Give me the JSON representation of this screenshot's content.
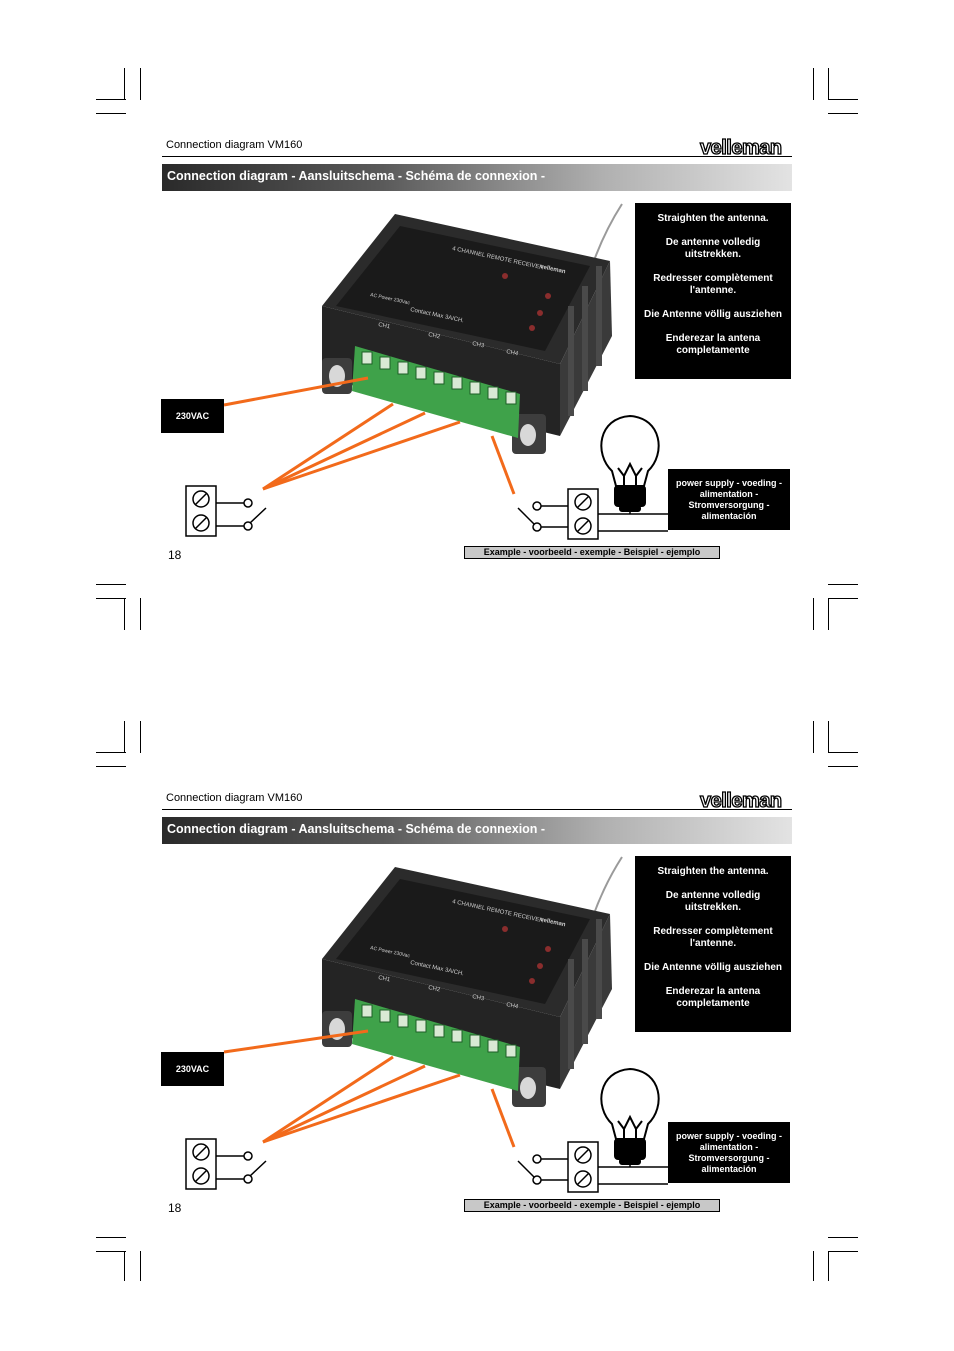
{
  "header": {
    "title": "Connection diagram VM160",
    "brand": "velleman"
  },
  "section_title": "Connection diagram - Aansluitschema - Schéma de connexion -",
  "antenna_note": {
    "en": "Straighten the antenna.",
    "nl": "De antenne volledig uitstrekken.",
    "fr": "Redresser complètement l'antenne.",
    "de": "Die Antenne völlig ausziehen",
    "es": "Enderezar la antena completamente"
  },
  "input_label": "230VAC",
  "power_supply_label": "power supply - voeding - alimentation - Stromversorgung - alimentación",
  "example_label": "Example - voorbeeld - exemple - Beispiel - ejemplo",
  "page_number": "18",
  "device": {
    "title": "4 CHANNEL REMOTE RECEIVER",
    "brand": "velleman",
    "contact_text": "Contact Max 3A/CH.",
    "power_text": "AC Power 230Vac",
    "channels": [
      "CH1",
      "CH2",
      "CH3",
      "CH4"
    ]
  },
  "colors": {
    "arrow": "#f26a1b",
    "terminal_green": "#3fa24a",
    "housing": "#2b2b2b",
    "panel": "#1a1a1a"
  }
}
